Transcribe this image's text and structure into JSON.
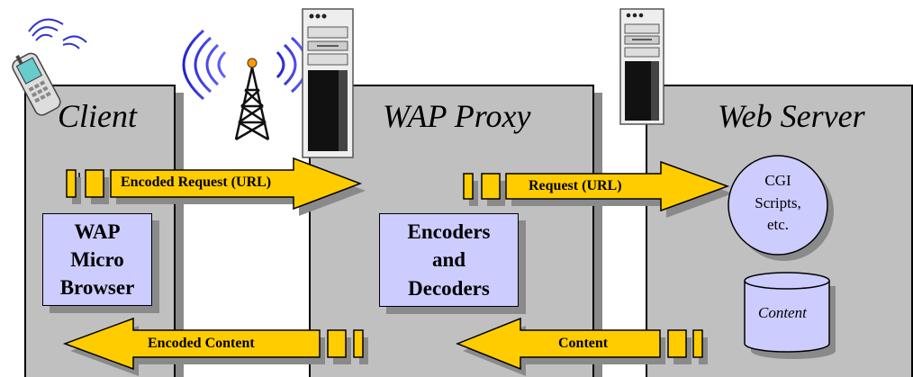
{
  "tiers": [
    {
      "title": "Client"
    },
    {
      "title": "WAP Proxy"
    },
    {
      "title": "Web Server"
    }
  ],
  "boxes": {
    "micro_browser": [
      "WAP",
      "Micro",
      "Browser"
    ],
    "encoders": [
      "Encoders",
      "and",
      "Decoders"
    ]
  },
  "arrows": {
    "encoded_request": "Encoded Request (URL)",
    "request": "Request (URL)",
    "encoded_content": "Encoded Content",
    "content": "Content"
  },
  "server_items": {
    "cgi": [
      "CGI",
      "Scripts,",
      "etc."
    ],
    "content_db": "Content"
  },
  "colors": {
    "panel": "#c0c0c0",
    "panel_shadow": "#8a8a8a",
    "inner_box": "#ccccff",
    "arrow": "#ffcc00"
  }
}
